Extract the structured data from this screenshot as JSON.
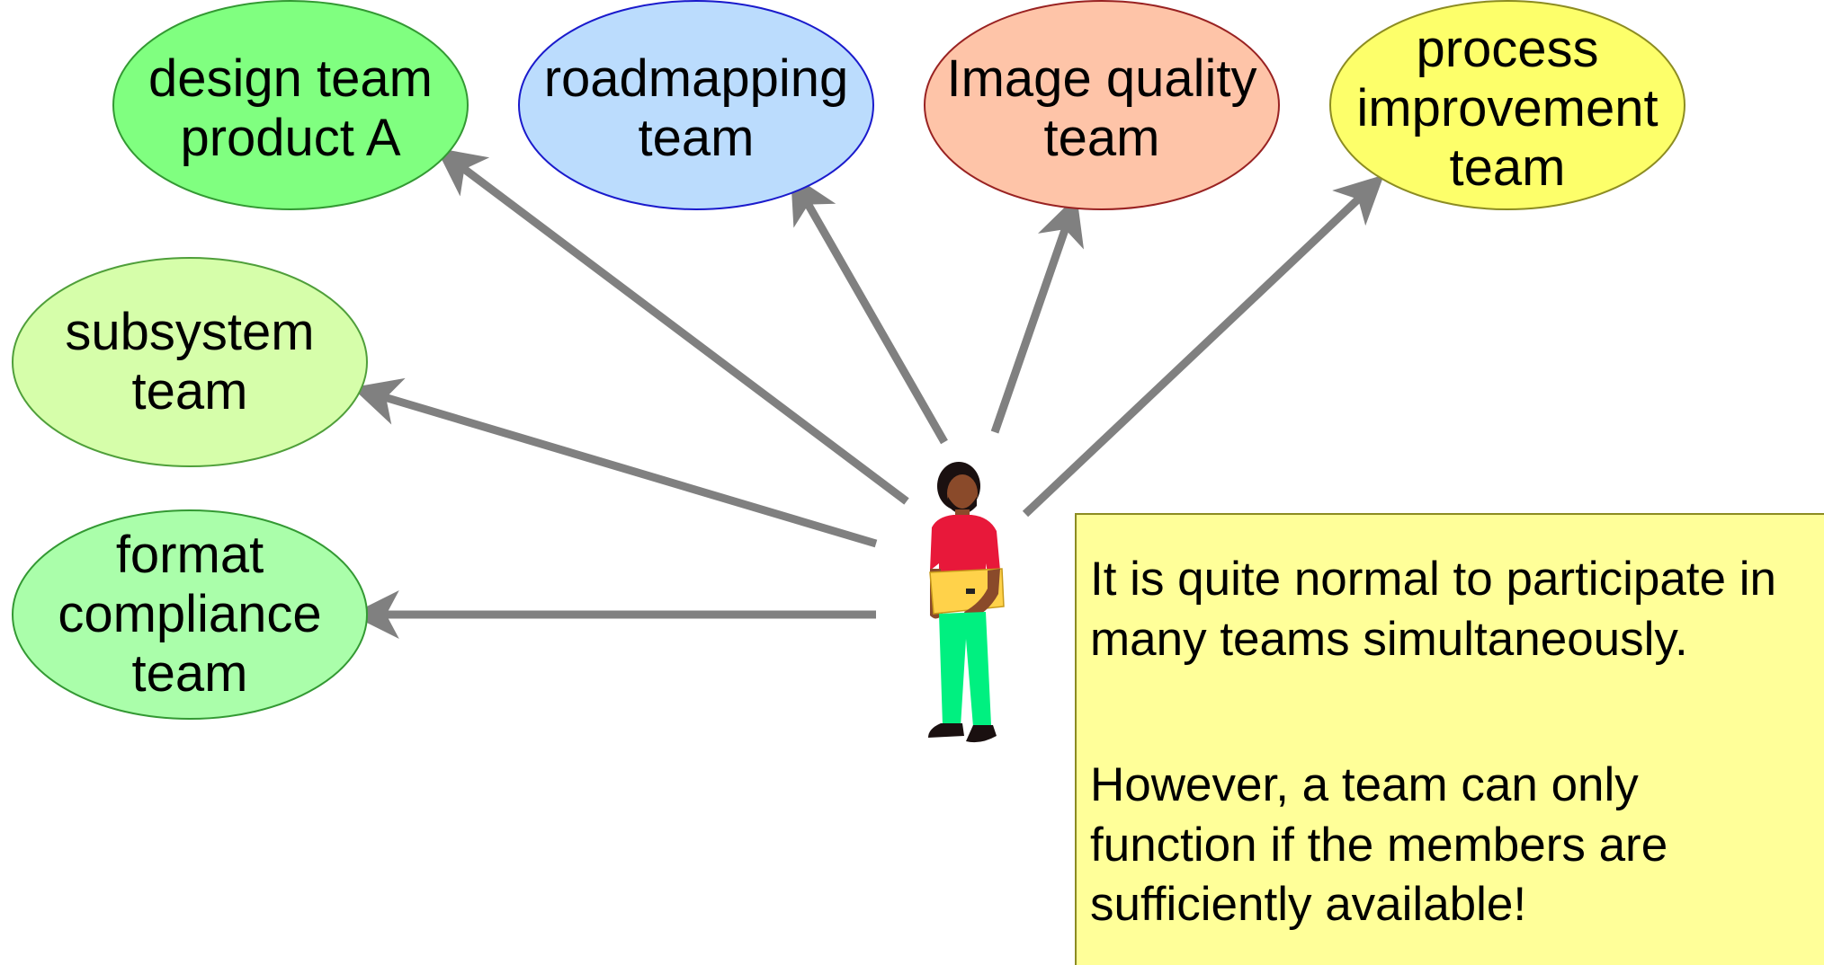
{
  "teams": [
    {
      "key": "design",
      "lines": [
        "design team",
        "product A"
      ],
      "fill": "#80ff80",
      "stroke": "#339933",
      "icon": "ellipse"
    },
    {
      "key": "roadmapping",
      "lines": [
        "roadmapping",
        "team"
      ],
      "fill": "#bbdcfd",
      "stroke": "#1a1acc",
      "icon": "ellipse"
    },
    {
      "key": "image-quality",
      "lines": [
        "Image quality",
        "team"
      ],
      "fill": "#fec4a8",
      "stroke": "#992222",
      "icon": "ellipse"
    },
    {
      "key": "process-improvement",
      "lines": [
        "process",
        "improvement",
        "team"
      ],
      "fill": "#fdff6a",
      "stroke": "#8c8c22",
      "icon": "ellipse"
    },
    {
      "key": "subsystem",
      "lines": [
        "subsystem",
        "team"
      ],
      "fill": "#d6feaa",
      "stroke": "#4f9f3a",
      "icon": "ellipse"
    },
    {
      "key": "format-compliance",
      "lines": [
        "format",
        "compliance",
        "team"
      ],
      "fill": "#aafeaa",
      "stroke": "#339933",
      "icon": "ellipse"
    }
  ],
  "arrows": {
    "color": "#808080"
  },
  "note": {
    "paragraph1": [
      "It is quite normal to participate in",
      "many teams simultaneously."
    ],
    "paragraph2": [
      "However, a team can only",
      "function if the members are",
      "sufficiently available!"
    ],
    "fill": "#ffff99",
    "stroke": "#8c8c22"
  },
  "person": {
    "icon": "person-holding-folder-clipart"
  }
}
